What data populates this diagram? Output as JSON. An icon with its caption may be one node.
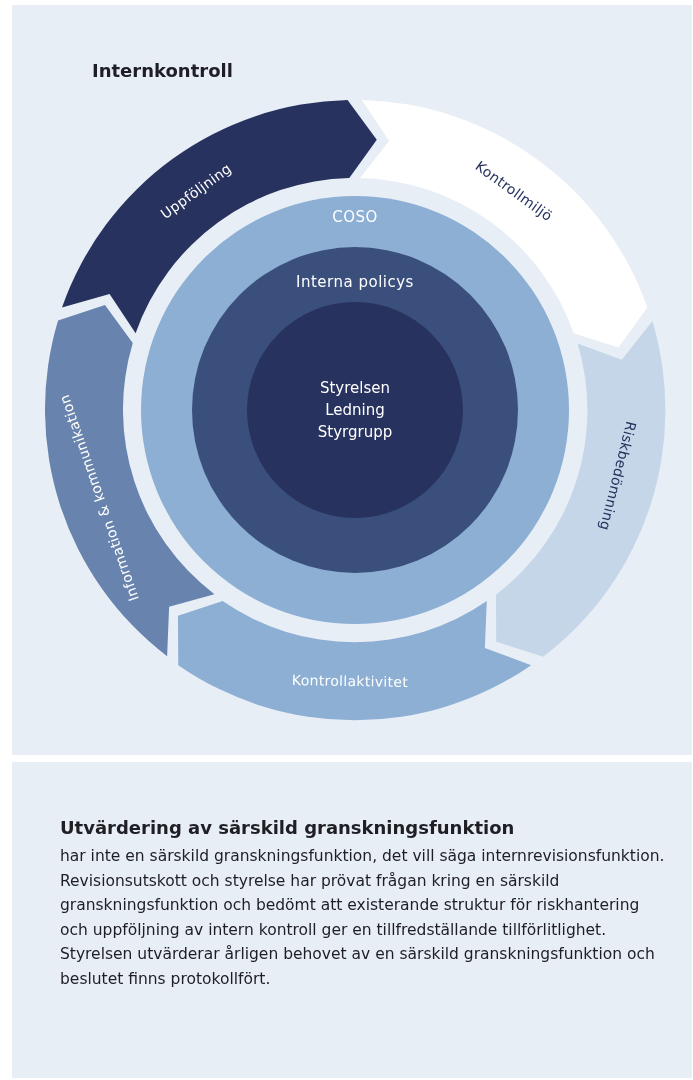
{
  "diagram": {
    "title": "Internkontroll",
    "nodes": [
      {
        "text": [
          "Uppföljning"
        ]
      },
      {
        "text": [
          "Kontrollmiljö"
        ]
      },
      {
        "text": [
          "Riskbedömning"
        ]
      },
      {
        "text": [
          "Kontrollaktivitet"
        ]
      },
      {
        "text": [
          "Information & kommunikation"
        ]
      },
      {
        "text": [
          "COSO"
        ]
      },
      {
        "text": [
          "Interna policys"
        ],
        "in": 5
      },
      {
        "text": [
          "Styrelsen Ledning Styrgrupp"
        ],
        "in": 6
      }
    ],
    "labels": [
      "Utvärdering av särskild granskningsfunktion",
      "har inte en särskild granskningsfunktion, det vill säga internrevisionsfunktion. Revisionsutskott och styrelse har prövat frågan kring en särskild granskningsfunktion och bedömt att existerande struktur för riskhantering och uppföljning av intern kontroll ger en tillfredställande tillförlitlighet. Styrelsen utvärderar årligen behovet av en särskild granskningsfunktion och beslutet finns protokollfört."
    ]
  }
}
